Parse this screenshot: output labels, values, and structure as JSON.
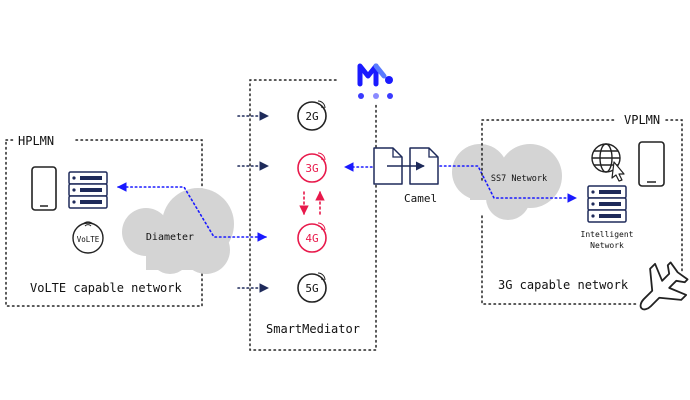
{
  "hplmn": {
    "title": "HPLMN",
    "caption": "VoLTE capable network",
    "volte_badge": "VoLTE"
  },
  "vplmn": {
    "title": "VPLMN",
    "caption": "3G capable network",
    "intelligent_network_line1": "Intelligent",
    "intelligent_network_line2": "Network"
  },
  "smartmediator": {
    "caption": "SmartMediator",
    "nodes": [
      "2G",
      "3G",
      "4G",
      "5G"
    ]
  },
  "clouds": {
    "diameter": "Diameter",
    "ss7": "SS7 Network"
  },
  "camel": {
    "label": "Camel"
  },
  "colors": {
    "brand_blue": "#1a1aff",
    "accent_red": "#e8194b",
    "cloud_gray": "#d4d4d4",
    "navy": "#1e2a5a",
    "dark": "#222222"
  },
  "icons": [
    "smartphone-icon",
    "server-icon",
    "globe-icon",
    "pointer-icon",
    "airplane-icon",
    "document-icon",
    "brand-logo-icon",
    "signal-icon"
  ]
}
